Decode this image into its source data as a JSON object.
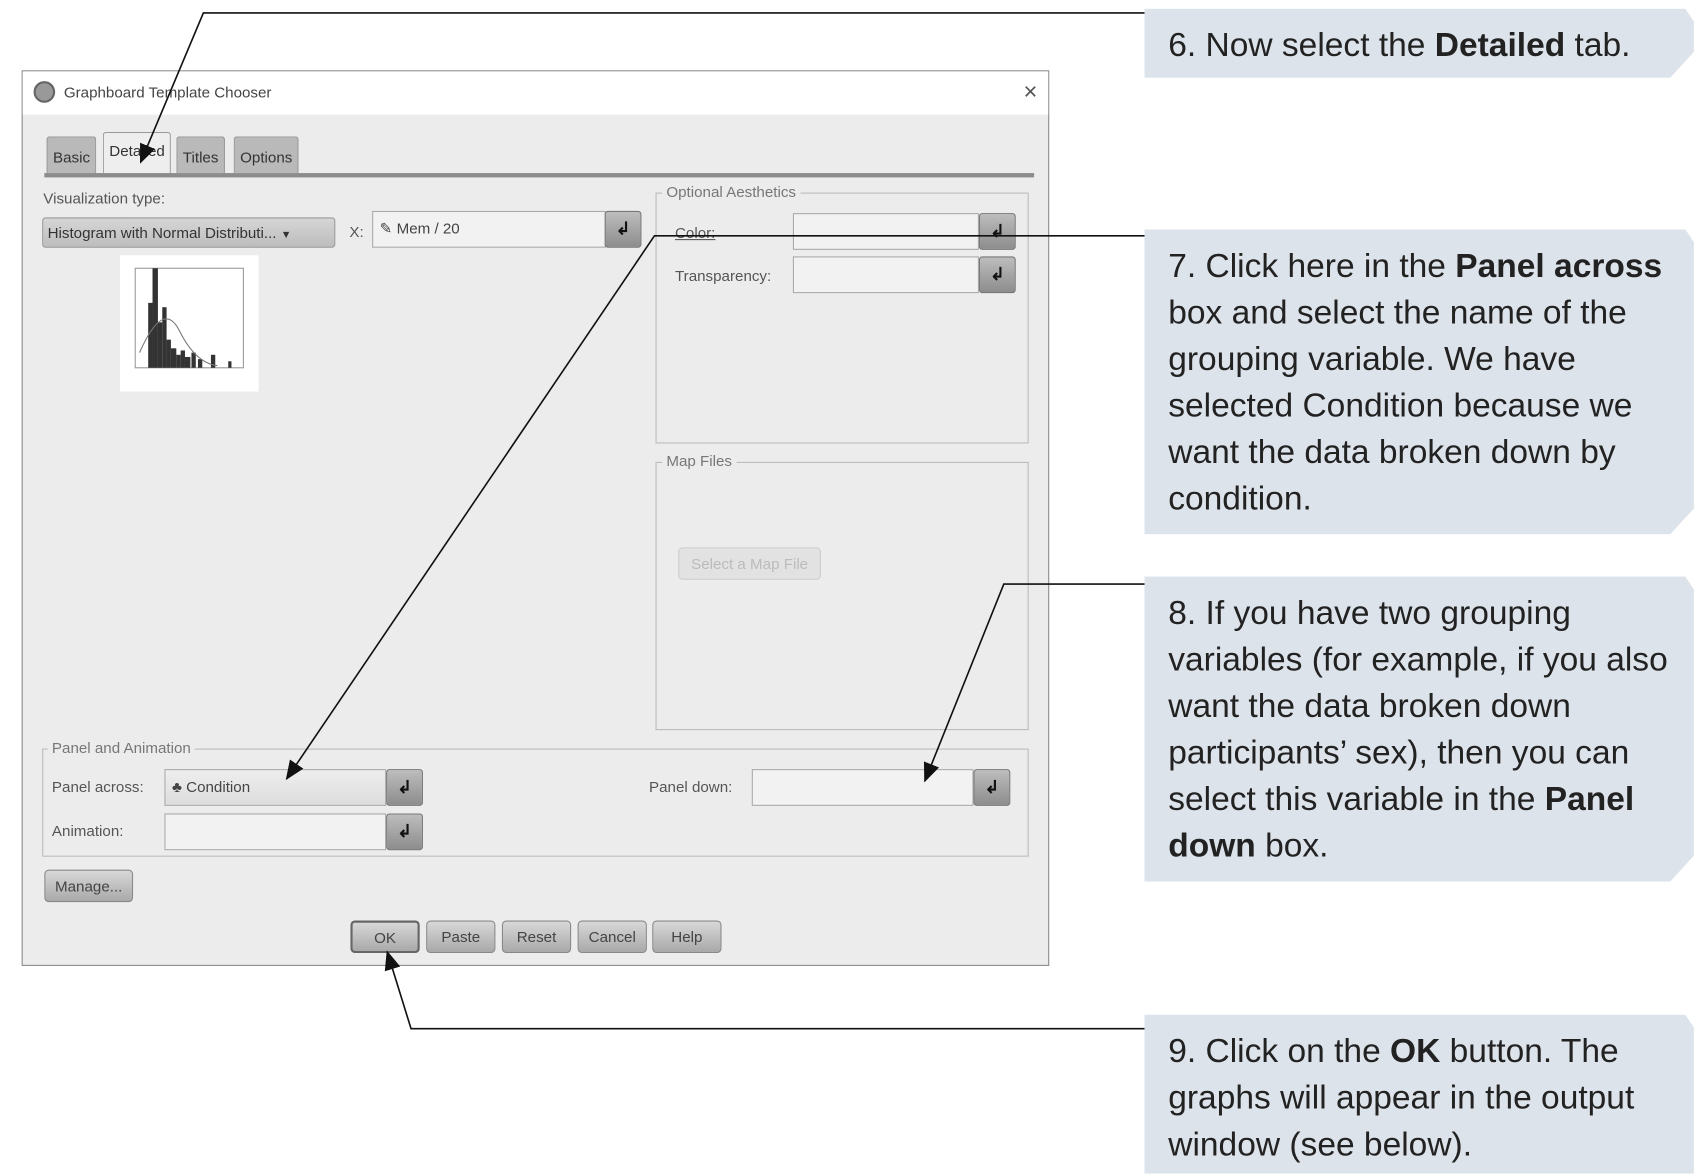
{
  "dialog": {
    "title": "Graphboard Template Chooser",
    "close": "×",
    "tabs": [
      "Basic",
      "Detailed",
      "Titles",
      "Options"
    ],
    "vis_type_label": "Visualization type:",
    "vis_type_value": "Histogram with Normal Distributi...",
    "x_label": "X:",
    "x_value": "Mem / 20",
    "optional_aesthetics": "Optional Aesthetics",
    "color_label": "Color:",
    "transparency_label": "Transparency:",
    "map_files": "Map Files",
    "select_map_file": "Select a Map File",
    "panel_animation": "Panel and Animation",
    "panel_across_label": "Panel across:",
    "panel_across_value": "Condition",
    "animation_label": "Animation:",
    "panel_down_label": "Panel down:",
    "manage": "Manage...",
    "buttons": [
      "OK",
      "Paste",
      "Reset",
      "Cancel",
      "Help"
    ]
  },
  "callouts": {
    "c6": {
      "pre": "6. Now select the ",
      "bold": "Detailed",
      "post": " tab."
    },
    "c7": {
      "pre": "7. Click here in the ",
      "bold": "Panel across",
      "post": " box and select the name of the grouping variable. We have selected Condition because we want the data broken down by condition."
    },
    "c8": {
      "pre": "8. If you have two grouping variables (for example, if you also want the data broken down participants’ sex), then you can select this variable in the ",
      "bold": "Panel down",
      "post": " box."
    },
    "c9": {
      "pre": "9. Click on the ",
      "bold": "OK",
      "post": " button. The graphs will appear in the output window (see below)."
    }
  }
}
